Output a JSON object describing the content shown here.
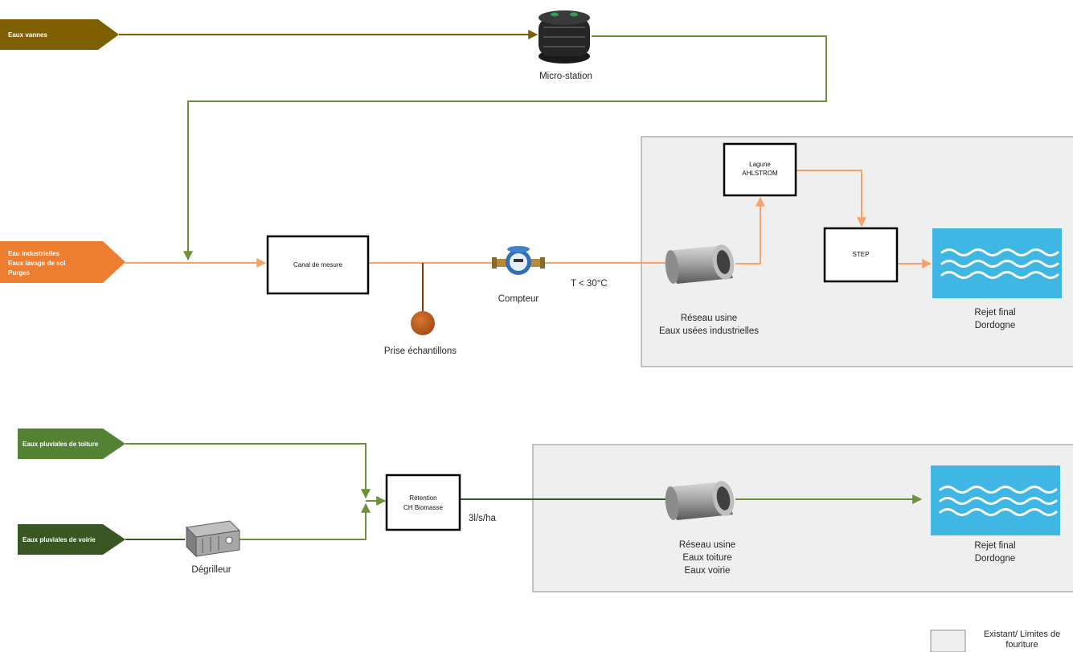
{
  "colors": {
    "brown": "#7f6000",
    "orange": "#f4a46a",
    "orange_fill": "#ed7d31",
    "green": "#6f8f3a",
    "green_dark": "#385723",
    "green_mid": "#548235",
    "existing_area": "#efefef",
    "water": "#3fb6e4",
    "sample": "#b5571a"
  },
  "sources": {
    "eaux_vannes": [
      "Eaux vannes"
    ],
    "industrielles": [
      "Eau industrielles",
      "Eaux lavage de sol",
      "Purges"
    ],
    "toiture": [
      "Eaux pluviales de toiture"
    ],
    "voirie": [
      "Eaux pluviales de voirie"
    ]
  },
  "boxes": {
    "canal": [
      "Canal de mesure"
    ],
    "lagune": [
      "Lagune",
      "AHLSTROM"
    ],
    "step": [
      "STEP"
    ],
    "retention": [
      "Rétention",
      "CH Biomasse"
    ]
  },
  "labels": {
    "micro_station": [
      "Micro-station"
    ],
    "compteur": [
      "Compteur"
    ],
    "temperature": [
      "T < 30°C"
    ],
    "prise": [
      "Prise échantillons"
    ],
    "reseau_1": [
      "Réseau usine",
      "Eaux usées industrielles"
    ],
    "rejet_1": [
      "Rejet final",
      "Dordogne"
    ],
    "degrilleur": [
      "Dégrilleur"
    ],
    "debit": [
      "3l/s/ha"
    ],
    "reseau_2": [
      "Réseau usine",
      "Eaux toiture",
      "Eaux voirie"
    ],
    "rejet_2": [
      "Rejet final",
      "Dordogne"
    ]
  },
  "legend": {
    "text": [
      "Existant/ Limites de",
      "fouriture"
    ]
  },
  "icons": [
    "micro-station-icon",
    "water-meter-icon",
    "pipe-icon",
    "water-waves-icon",
    "screen-filter-icon",
    "sample-point-icon"
  ]
}
